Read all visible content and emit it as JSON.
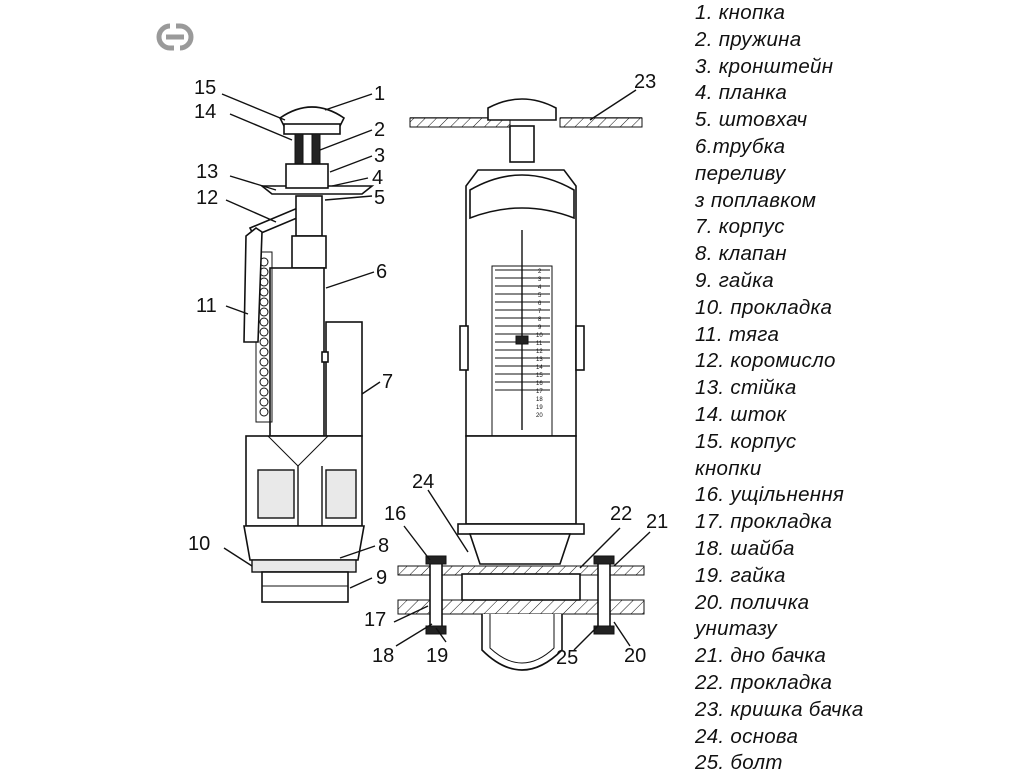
{
  "legend": [
    "1. кнопка",
    "2. пружина",
    "3. кронштейн",
    "4. планка",
    "5. штовхач",
    "6.трубка",
    "переливу",
    "з поплавком",
    "7. корпус",
    "8. клапан",
    "9. гайка",
    "10. прокладка",
    "11. тяга",
    "12. коромисло",
    "13. стійка",
    "14. шток",
    "15. корпус",
    "кнопки",
    "16. ущільнення",
    "17. прокладка",
    "18. шайба",
    "19. гайка",
    "20. поличка",
    "унитазу",
    "21. дно бачка",
    "22. прокладка",
    "23. кришка бачка",
    "24. основа",
    "25. болт"
  ],
  "callouts": {
    "n1": "1",
    "n2": "2",
    "n3": "3",
    "n4": "4",
    "n5": "5",
    "n6": "6",
    "n7": "7",
    "n8": "8",
    "n9": "9",
    "n10": "10",
    "n11": "11",
    "n12": "12",
    "n13": "13",
    "n14": "14",
    "n15": "15",
    "n16": "16",
    "n17": "17",
    "n18": "18",
    "n19": "19",
    "n20": "20",
    "n21": "21",
    "n22": "22",
    "n23": "23",
    "n24": "24",
    "n25": "25"
  },
  "scale_marks": [
    "2",
    "3",
    "4",
    "5",
    "6",
    "7",
    "8",
    "9",
    "10",
    "11",
    "12",
    "13",
    "14",
    "15",
    "16",
    "17",
    "18",
    "19",
    "20"
  ],
  "logo": {
    "icon": "chain-link-logo-icon",
    "color": "#9a9a9a"
  }
}
